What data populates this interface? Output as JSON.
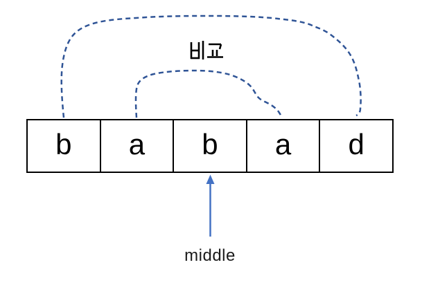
{
  "diagram": {
    "type": "array-comparison",
    "cells": [
      "b",
      "a",
      "b",
      "a",
      "d"
    ],
    "labels": {
      "comparison": "비교",
      "middle": "middle"
    },
    "comparisons": [
      {
        "from_index": 0,
        "to_index": 4,
        "arc": "outer-dashed"
      },
      {
        "from_index": 1,
        "to_index": 3,
        "arc": "inner-dashed"
      }
    ],
    "pointer": {
      "target_index": 2
    }
  },
  "colors": {
    "arc": "#2F5496",
    "arrow": "#4472C4",
    "border": "#000000",
    "text": "#000000",
    "background": "#FFFFFF"
  }
}
